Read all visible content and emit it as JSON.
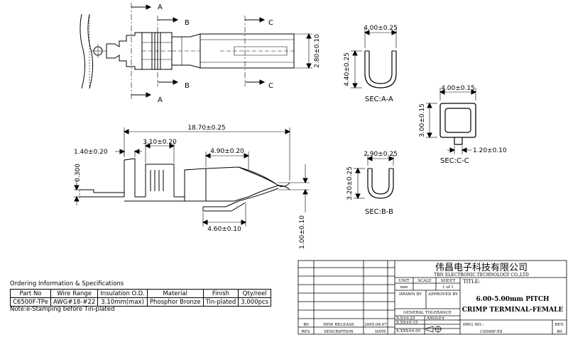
{
  "sections": {
    "aa_label": "A",
    "bb_label": "B",
    "cc_label": "C",
    "sec_aa": "SEC:A-A",
    "sec_bb": "SEC:B-B",
    "sec_cc": "SEC:C-C"
  },
  "dimensions": {
    "height_280": "2.80±0.10",
    "aa_width": "4.00±0.25",
    "aa_height": "4.40±0.25",
    "cc_width": "4.00±0.15",
    "cc_height": "3.00±0.15",
    "cc_tab": "1.20±0.10",
    "bb_width": "2.90±0.25",
    "bb_height": "3.20±0.25",
    "overall_length": "18.70±0.25",
    "ins_crimp": "3.10±0.20",
    "contact_len": "4.90±0.20",
    "flange": "1.40±0.20",
    "thickness": "0.300",
    "lower_len": "4.60±0.10",
    "right_vert": "1.00±0.10"
  },
  "ordering": {
    "title": "Ordering Information & Specifications",
    "headers": [
      "Part No",
      "Wire Range",
      "Insulation O.D.",
      "Material",
      "Finish",
      "Qty/reel"
    ],
    "rows": [
      [
        "C6500F-TPe",
        "AWG#18-#22",
        "3.10mm(max)",
        "Phosphor Bronze",
        "Tin-plated",
        "3,000pcs"
      ]
    ],
    "note": "Note:e-Stamping before Tin-plated"
  },
  "title_block": {
    "company_cn": "伟昌电子科技有限公司",
    "company_en": "TRN ELECTRONIC TECHNOLOGY CO.,LTD",
    "unit_label": "UNIT",
    "unit_value": "mm",
    "scale_label": "SCALE",
    "scale_value": "",
    "sheet_label": "SHEET",
    "sheet_value": "1 of 1",
    "title_label": "TITLE:",
    "title_line1": "6.00-5.00mm PITCH",
    "title_line2": "CRIMP TERMINAL-FEMALE",
    "drawn_by": "DRAWN BY",
    "approved_by": "APPROVED BY",
    "general_tolerance": "GENERAL TOLERANCE",
    "tol_x": "X.X±0.25",
    "tol_xx": "X.XX±0.15",
    "tol_xxx": "X.XXX±0.05",
    "angle": "ANGLE±",
    "rev_row_b0": "B0",
    "new_release": "NEW RELEASE",
    "release_date": "2005.08.07",
    "rev_header": "REV.",
    "desc_header": "DESCRIPTION",
    "date_header": "DATE",
    "dwg_no_label": "DWG NO.:",
    "dwg_no": "C6500F-XX",
    "rev_label": "REV.",
    "rev_value": "B0"
  }
}
